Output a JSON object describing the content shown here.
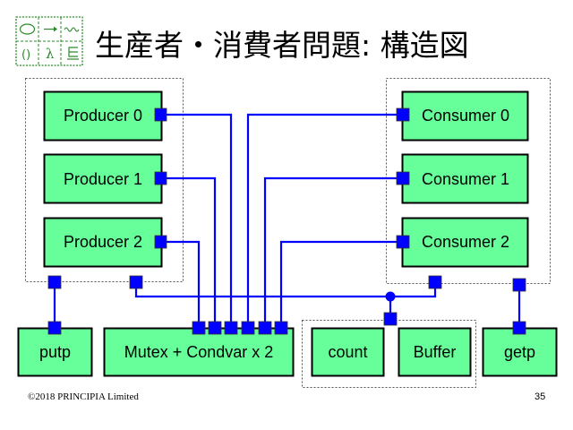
{
  "slide": {
    "title": "生産者・消費者問題: 構造図",
    "copyright": "©2018 PRINCIPIA Limited",
    "page_number": "35",
    "logo_icon": "principia-logo-icon"
  },
  "colors": {
    "node_fill": "#66ff99",
    "node_stroke": "#000000",
    "port_fill": "#0000ff",
    "wire": "#0000ff",
    "group_border": "#555555"
  },
  "diagram": {
    "producers": [
      {
        "label": "Producer 0"
      },
      {
        "label": "Producer 1"
      },
      {
        "label": "Producer 2"
      }
    ],
    "consumers": [
      {
        "label": "Consumer 0"
      },
      {
        "label": "Consumer 1"
      },
      {
        "label": "Consumer 2"
      }
    ],
    "shared": {
      "putp": "putp",
      "mutex": "Mutex + Condvar x 2",
      "count": "count",
      "buffer": "Buffer",
      "getp": "getp"
    }
  }
}
